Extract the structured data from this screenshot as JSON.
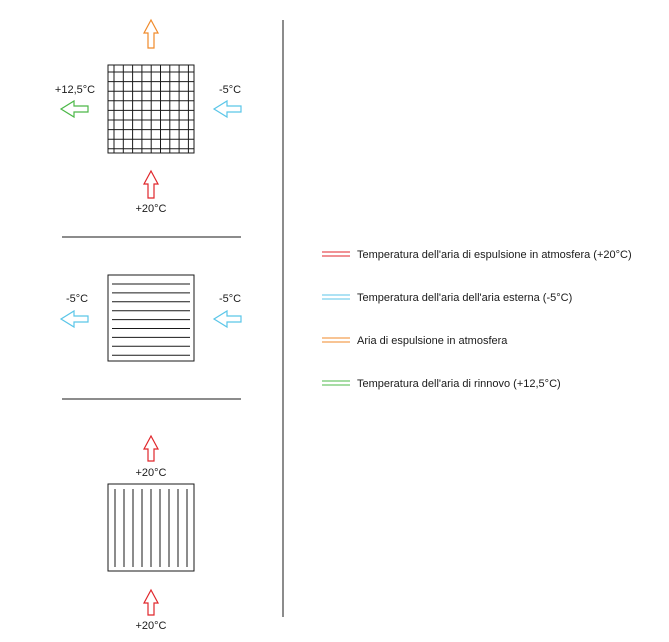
{
  "colors": {
    "red": "#e0262b",
    "cyan": "#5bc6e8",
    "orange": "#f08a2a",
    "green": "#4cb848",
    "ink": "#1a1a1a"
  },
  "panel_top": {
    "exhaust_icon": "arrow-up-icon",
    "left_label": "+12,5°C",
    "right_label": "-5°C",
    "bottom_label": "+20°C",
    "exchanger": "crossflow-grid"
  },
  "panel_middle": {
    "left_label": "-5°C",
    "right_label": "-5°C",
    "exchanger": "horizontal-plates"
  },
  "panel_bottom": {
    "upper_label": "+20°C",
    "lower_label": "+20°C",
    "exchanger": "vertical-plates"
  },
  "legend": [
    {
      "color_key": "red",
      "label": "Temperatura dell'aria di espulsione in atmosfera (+20°C)"
    },
    {
      "color_key": "cyan",
      "label": "Temperatura dell'aria dell'aria esterna (-5°C)"
    },
    {
      "color_key": "orange",
      "label": "Aria di espulsione in atmosfera"
    },
    {
      "color_key": "green",
      "label": "Temperatura dell'aria di rinnovo (+12,5°C)"
    }
  ]
}
